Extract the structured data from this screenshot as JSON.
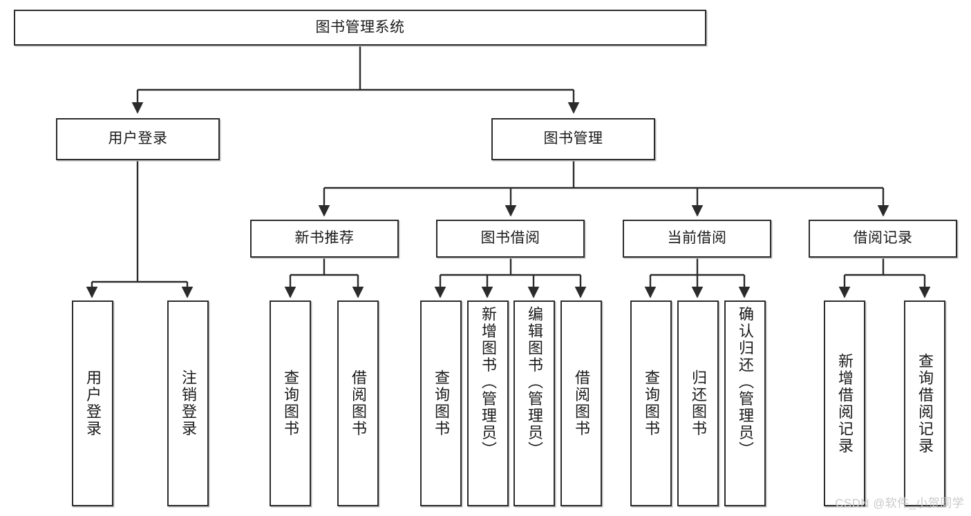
{
  "diagram": {
    "title": "图书管理系统",
    "type": "hierarchy-tree",
    "watermark": "CSDN @软件_小贺同学",
    "colors": {
      "box_border": "#2b2b2b",
      "box_fill": "#ffffff",
      "line": "#2b2b2b",
      "text": "#1a1a1a",
      "watermark": "#c9c9c9",
      "shadow": "#bdbdbd"
    },
    "nodes": {
      "root": {
        "label": "图书管理系统",
        "level": 1,
        "orientation": "horizontal"
      },
      "user_login": {
        "label": "用户登录",
        "level": 2,
        "orientation": "horizontal"
      },
      "book_mgmt": {
        "label": "图书管理",
        "level": 2,
        "orientation": "horizontal"
      },
      "new_book_rec": {
        "label": "新书推荐",
        "level": 3,
        "orientation": "horizontal"
      },
      "book_borrow": {
        "label": "图书借阅",
        "level": 3,
        "orientation": "horizontal"
      },
      "current_borrow": {
        "label": "当前借阅",
        "level": 3,
        "orientation": "horizontal"
      },
      "borrow_record": {
        "label": "借阅记录",
        "level": 3,
        "orientation": "horizontal"
      },
      "leaf_user_login": {
        "label": "用户登录",
        "level": 3,
        "orientation": "vertical"
      },
      "leaf_logout": {
        "label": "注销登录",
        "level": 3,
        "orientation": "vertical"
      },
      "leaf_query_book_1": {
        "label": "查询图书",
        "level": 4,
        "orientation": "vertical"
      },
      "leaf_borrow_book_1": {
        "label": "借阅图书",
        "level": 4,
        "orientation": "vertical"
      },
      "leaf_query_book_2": {
        "label": "查询图书",
        "level": 4,
        "orientation": "vertical"
      },
      "leaf_add_book": {
        "label": "新增图书（管理员）",
        "level": 4,
        "orientation": "vertical"
      },
      "leaf_edit_book": {
        "label": "编辑图书（管理员）",
        "level": 4,
        "orientation": "vertical"
      },
      "leaf_borrow_book_2": {
        "label": "借阅图书",
        "level": 4,
        "orientation": "vertical"
      },
      "leaf_query_book_3": {
        "label": "查询图书",
        "level": 4,
        "orientation": "vertical"
      },
      "leaf_return_book": {
        "label": "归还图书",
        "level": 4,
        "orientation": "vertical"
      },
      "leaf_confirm_return": {
        "label": "确认归还（管理员）",
        "level": 4,
        "orientation": "vertical"
      },
      "leaf_add_record": {
        "label": "新增借阅记录",
        "level": 4,
        "orientation": "vertical"
      },
      "leaf_query_record": {
        "label": "查询借阅记录",
        "level": 4,
        "orientation": "vertical"
      }
    },
    "edges": [
      {
        "from": "root",
        "to": "user_login"
      },
      {
        "from": "root",
        "to": "book_mgmt"
      },
      {
        "from": "user_login",
        "to": "leaf_user_login"
      },
      {
        "from": "user_login",
        "to": "leaf_logout"
      },
      {
        "from": "book_mgmt",
        "to": "new_book_rec"
      },
      {
        "from": "book_mgmt",
        "to": "book_borrow"
      },
      {
        "from": "book_mgmt",
        "to": "current_borrow"
      },
      {
        "from": "book_mgmt",
        "to": "borrow_record"
      },
      {
        "from": "new_book_rec",
        "to": "leaf_query_book_1"
      },
      {
        "from": "new_book_rec",
        "to": "leaf_borrow_book_1"
      },
      {
        "from": "book_borrow",
        "to": "leaf_query_book_2"
      },
      {
        "from": "book_borrow",
        "to": "leaf_add_book"
      },
      {
        "from": "book_borrow",
        "to": "leaf_edit_book"
      },
      {
        "from": "book_borrow",
        "to": "leaf_borrow_book_2"
      },
      {
        "from": "current_borrow",
        "to": "leaf_query_book_3"
      },
      {
        "from": "current_borrow",
        "to": "leaf_return_book"
      },
      {
        "from": "current_borrow",
        "to": "leaf_confirm_return"
      },
      {
        "from": "borrow_record",
        "to": "leaf_add_record"
      },
      {
        "from": "borrow_record",
        "to": "leaf_query_record"
      }
    ]
  }
}
